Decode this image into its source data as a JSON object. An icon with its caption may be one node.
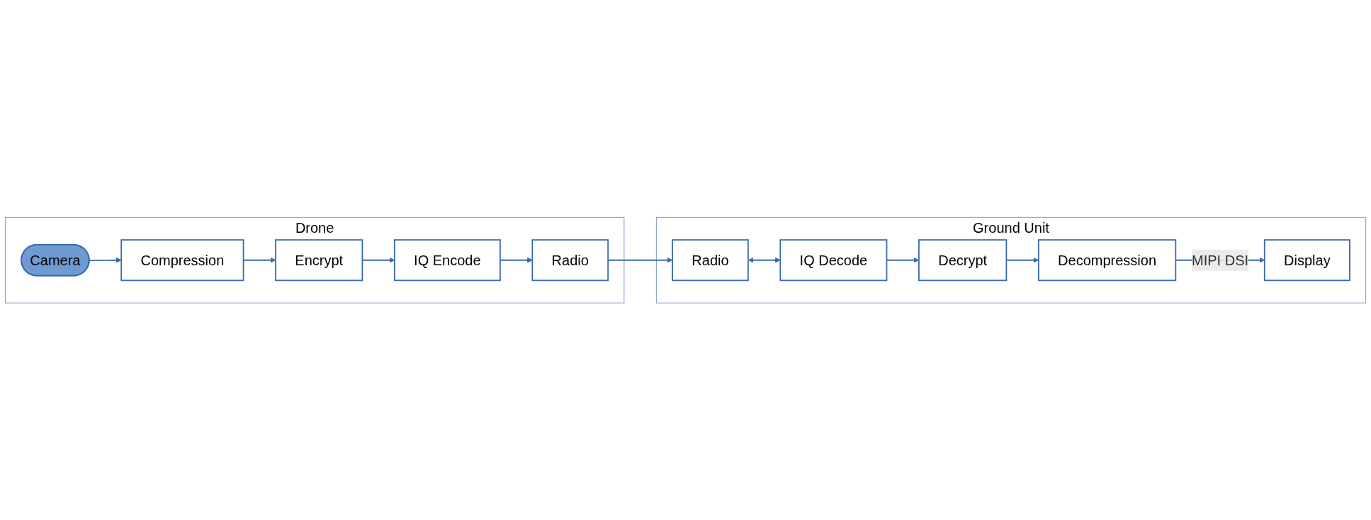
{
  "diagram": {
    "nodes": [
      {
        "text": [
          "Drone"
        ]
      },
      {
        "text": [
          "Camera"
        ],
        "in": 0
      },
      {
        "text": [
          "Compression"
        ],
        "in": 0
      },
      {
        "text": [
          "Encrypt"
        ],
        "in": 0
      },
      {
        "text": [
          "IQ Encode"
        ],
        "in": 0
      },
      {
        "text": [
          "Radio"
        ],
        "in": 0
      },
      {
        "text": [
          "Ground Unit"
        ]
      },
      {
        "text": [
          "Display"
        ],
        "in": 6
      },
      {
        "text": [
          "Decompression"
        ],
        "in": 6
      },
      {
        "text": [
          "Decrypt"
        ],
        "in": 6
      },
      {
        "text": [
          "IQ Decode"
        ],
        "in": 6
      },
      {
        "text": [
          "Radio"
        ],
        "in": 6
      }
    ],
    "edges": [
      {
        "from": 1,
        "to": 2,
        "arrow": "to"
      },
      {
        "from": 2,
        "to": 3,
        "arrow": "to"
      },
      {
        "from": 3,
        "to": 4,
        "arrow": "to"
      },
      {
        "from": 4,
        "to": 5,
        "arrow": "to"
      },
      {
        "from": 5,
        "to": 11,
        "arrow": "to"
      },
      {
        "from": 11,
        "to": 10,
        "arrow": "both"
      },
      {
        "from": 10,
        "to": 9,
        "arrow": "to"
      },
      {
        "from": 9,
        "to": 8,
        "arrow": "to"
      },
      {
        "from": 8,
        "to": 7,
        "label": "MIPI DSI",
        "arrow": "to"
      }
    ]
  }
}
